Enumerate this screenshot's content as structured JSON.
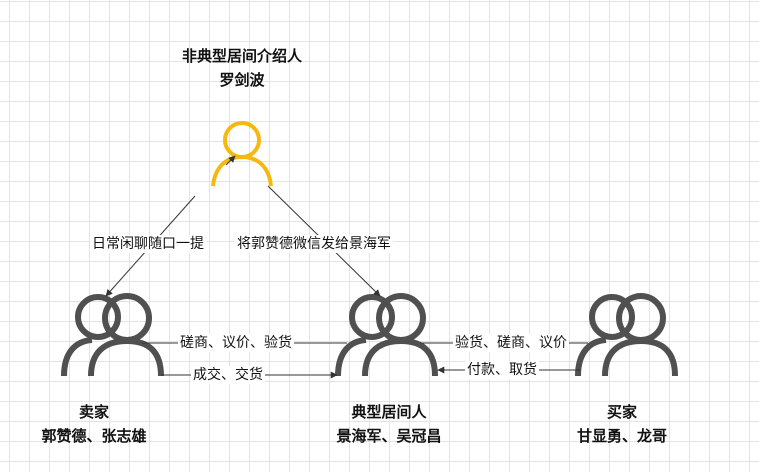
{
  "colors": {
    "accent": "#f5b80f",
    "person": "#505050",
    "line": "#333333"
  },
  "nodes": {
    "introducer": {
      "role": "非典型居间介绍人",
      "name": "罗剑波"
    },
    "seller": {
      "role": "卖家",
      "name": "郭赞德、张志雄"
    },
    "broker": {
      "role": "典型居间人",
      "name": "景海军、吴冠昌"
    },
    "buyer": {
      "role": "买家",
      "name": "甘显勇、龙哥"
    }
  },
  "edges": {
    "seller_to_introducer": "日常闲聊随口一提",
    "introducer_to_broker": "将郭赞德微信发给景海军",
    "seller_broker_negotiate": "磋商、议价、验货",
    "seller_to_broker_deal": "成交、交货",
    "broker_buyer_negotiate": "验货、磋商、议价",
    "buyer_to_broker_pay": "付款、取货"
  }
}
